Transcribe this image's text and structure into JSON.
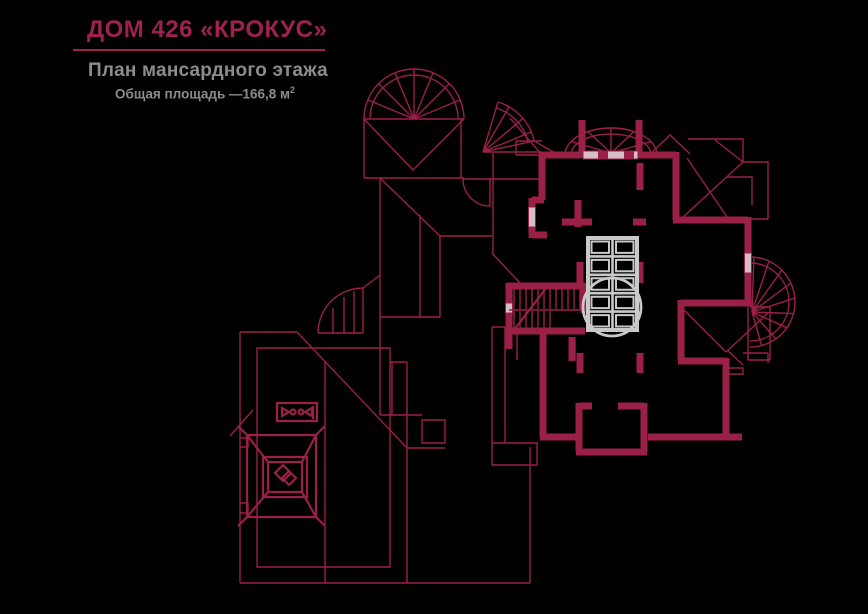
{
  "colors": {
    "background": "#000000",
    "accent": "#9e2150",
    "line": "#9a2047",
    "gray": "#8c8c8e",
    "glass": "#c9c9c9",
    "window": "#d4bfc9"
  },
  "header": {
    "title": "ДОМ 426 «КРОКУС»",
    "subtitle": "План мансардного этажа",
    "area_label": "Общая площадь —166,8 м",
    "area_superscript": "2"
  }
}
